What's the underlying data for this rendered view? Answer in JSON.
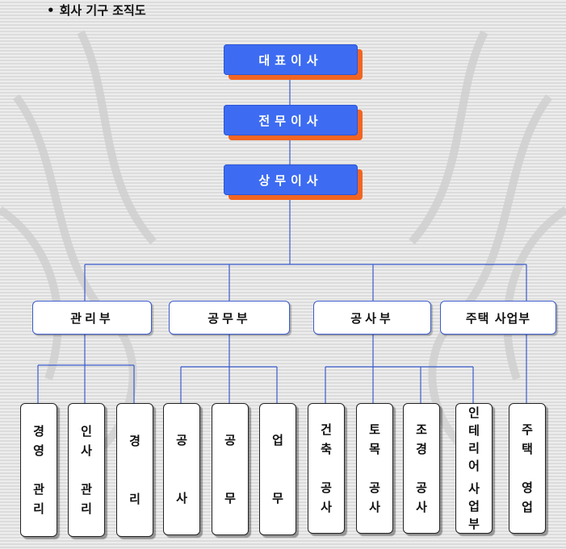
{
  "title": "회사 기구 조직도",
  "bullet": "•",
  "executives": [
    "대표이사",
    "전무이사",
    "상무이사"
  ],
  "departments": [
    "관리부",
    "공무부",
    "공사부",
    "주택 사업부"
  ],
  "sub_units": {
    "mgmt": [
      {
        "a": "경\n영",
        "b": "관\n리"
      },
      {
        "a": "인\n사",
        "b": "관\n리"
      },
      {
        "a": "경",
        "b": "리"
      }
    ],
    "works": [
      {
        "a": "공",
        "b": "사"
      },
      {
        "a": "공",
        "b": "무"
      },
      {
        "a": "업",
        "b": "무"
      }
    ],
    "construction": [
      {
        "a": "건\n축",
        "b": "공\n사"
      },
      {
        "a": "토\n목",
        "b": "공\n사"
      },
      {
        "a": "조\n경",
        "b": "공\n사"
      },
      {
        "a": "인\n테\n리\n어",
        "b": "사\n업\n부"
      }
    ],
    "housing": [
      {
        "a": "주\n택",
        "b": "영\n업"
      }
    ]
  },
  "colors": {
    "executive": "#3d6cf2",
    "executive_shadow": "#f26522",
    "connector": "#3b5bcc"
  }
}
